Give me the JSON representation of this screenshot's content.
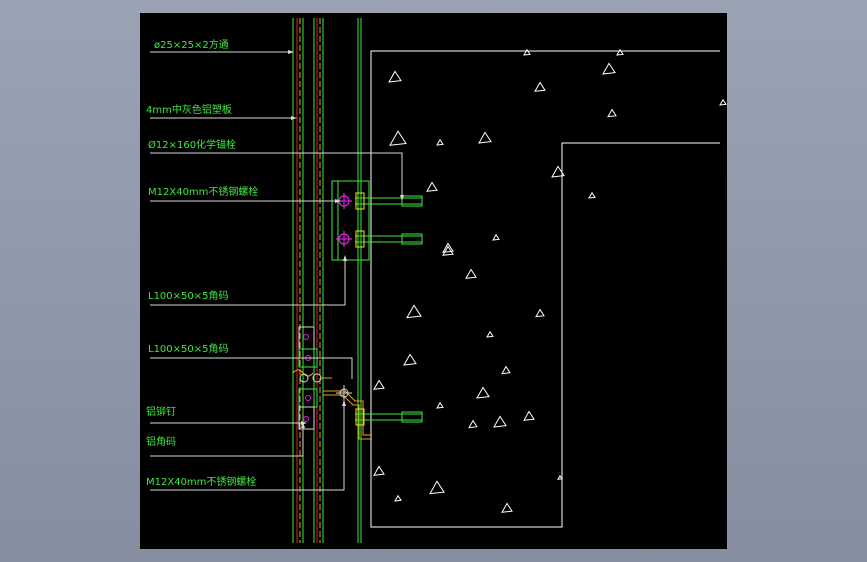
{
  "colors": {
    "background": "#000000",
    "frame": "#8f98a9",
    "label_text": "#3ee83e",
    "leader": "#d8d8d8",
    "concrete_edge": "#ffffff",
    "panel_green": "#3ee83e",
    "panel_red": "#e02020",
    "panel_orange": "#e8a020",
    "bolt_magenta": "#e020e0",
    "bolt_yellow": "#e8e820"
  },
  "labels": {
    "square_tube": "ø25×25×2方通",
    "aluminum_panel": "4mm中灰色铝塑板",
    "chemical_anchor": "Ø12×160化学锚栓",
    "bolt_upper": "M12X40mm不锈钢螺栓",
    "angle_upper": "L100×50×5角码",
    "angle_lower": "L100×50×5角码",
    "rivet": "铝铆钉",
    "aluminum_angle": "铝角码",
    "bolt_lower": "M12X40mm不锈钢螺栓"
  }
}
